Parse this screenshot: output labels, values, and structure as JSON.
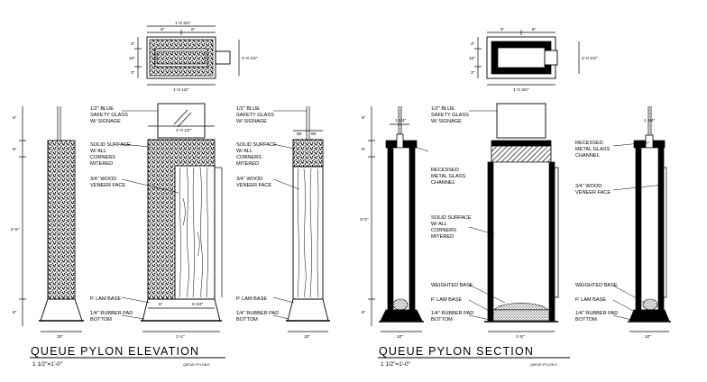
{
  "elevation": {
    "title": "QUEUE PYLON ELEVATION",
    "scale": "1 1/2\"=1'-0\"",
    "ref": "QUEUE-PYLON-E",
    "notes": {
      "glass": [
        "1/2\" BLUE",
        "SAFETY GLASS",
        "W/ SIGNAGE"
      ],
      "solid_surface": [
        "SOLID SURFACE",
        "W/ ALL",
        "CORNERS",
        "MITERED"
      ],
      "veneer": [
        "3/4\" WOOD",
        "VENEER FACE"
      ],
      "plam": "P. LAM BASE",
      "pad": [
        "1/4\" RUBBER PAD",
        "BOTTOM"
      ],
      "glass_r": [
        "1/2\" BLUE",
        "SAFETY GLASS",
        "W/ SIGNAGE"
      ],
      "solid_surface_r": [
        "SOLID SURFACE",
        "W/ ALL",
        "CORNERS",
        "MITERED"
      ],
      "veneer_r": [
        "3/4\" WOOD",
        "VENEER FACE"
      ],
      "plam_r": "P. LAM BASE",
      "pad_r": [
        "1/4\" RUBBER PAD",
        "BOTTOM"
      ]
    },
    "dims": {
      "plan_top": "1'-0 3/4\"",
      "plan_6": "6\"",
      "plan_6b": "6\"",
      "plan_3a": "3\"",
      "plan_10": "10\"",
      "plan_3b": "3\"",
      "plan_side": "2'-0 1/2\"",
      "plan_bottom": "1'-0 1/2\"",
      "glass_w": "1'-0 1/2\"",
      "h_6a": "6\"",
      "h_6b": "6\"",
      "h_body": "2'-6\"",
      "h_base": "6\"",
      "w_6": "6\"",
      "w_9": "9 3/4\"",
      "w_20": "20\"",
      "w_14": "1'-4\"",
      "w_10": "10\"",
      "side_80a": "80",
      "side_80b": "80"
    }
  },
  "section": {
    "title": "QUEUE PYLON SECTION",
    "scale": "1 1/2\"=1'-0\"",
    "ref": "QUEUE-PYLON-S",
    "notes": {
      "glass": [
        "1/2\" BLUE",
        "SAFETY GLASS",
        "W/ SIGNAGE"
      ],
      "recessed": [
        "RECESSED",
        "METAL GLASS",
        "CHANNEL"
      ],
      "solid_surface": [
        "SOLID SURFACE",
        "W/ ALL",
        "CORNERS",
        "MITERED"
      ],
      "weighted": "WEIGHTED BASE",
      "plam": "P. LAM BASE",
      "pad": [
        "1/4\" RUBBER PAD",
        "BOTTOM"
      ],
      "recessed_r": [
        "RECESSED",
        "METAL GLASS",
        "CHANNEL"
      ],
      "veneer_r": [
        "3/4\" WOOD",
        "VENEER FACE"
      ],
      "weighted_r": "WEIGHTED BASE",
      "plam_r": "P. LAM BASE",
      "pad_r": [
        "1/4\" RUBBER PAD",
        "BOTTOM"
      ]
    },
    "dims": {
      "plan_6": "6\"",
      "plan_6b": "6\"",
      "plan_3a": "3\"",
      "plan_10": "10\"",
      "plan_3b": "3\"",
      "plan_side": "2'-0 1/2\"",
      "plan_bottom": "1'-0 3/4\"",
      "top_w": "1 1/4\"",
      "top_w2": "1 1/4\"",
      "h_6a": "6\"",
      "h_6b": "6\"",
      "h_body": "3'-0\"",
      "h_base": "6\"",
      "w_10": "10\"",
      "w_14": "1'-5\"",
      "w_10r": "10\""
    }
  }
}
